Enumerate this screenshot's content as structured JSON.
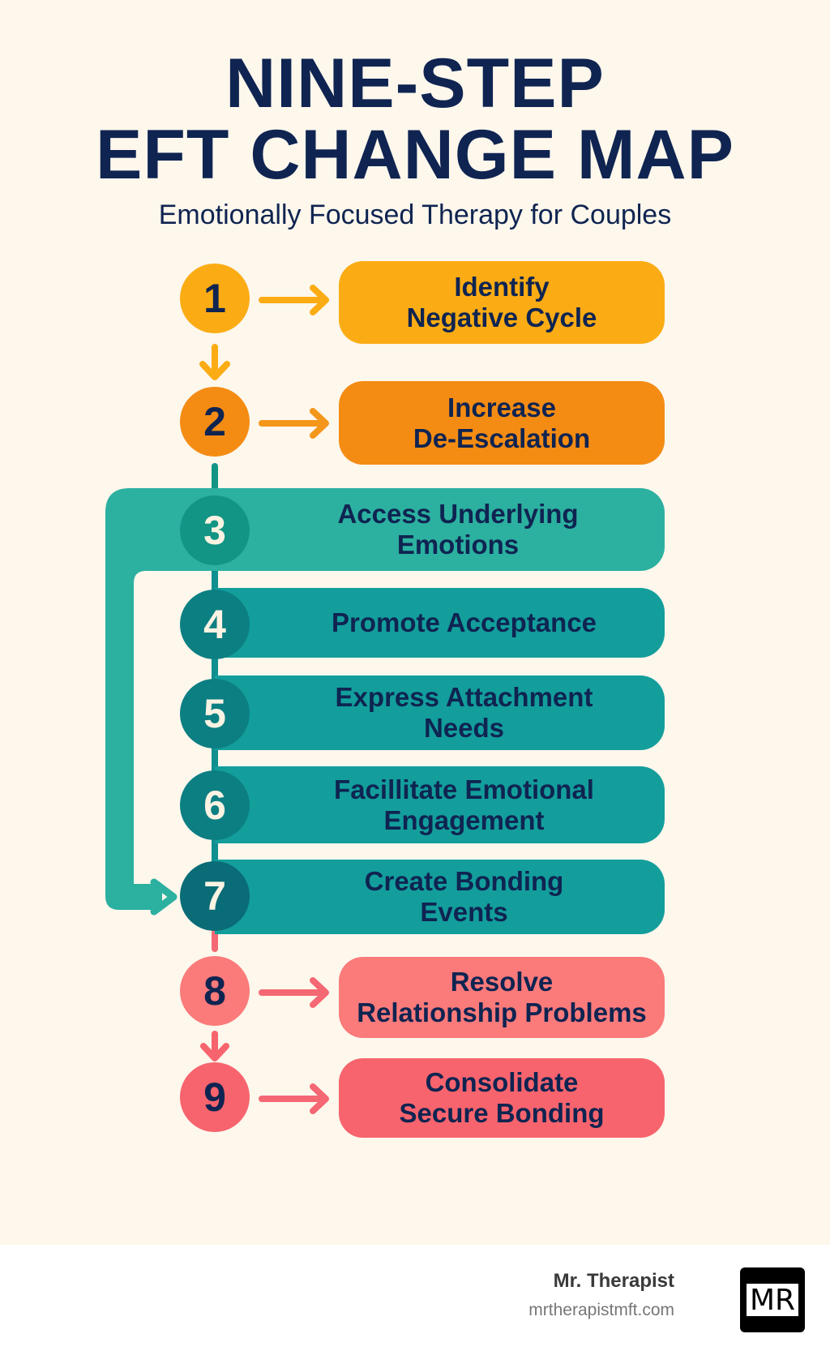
{
  "header": {
    "title_line1": "NINE-STEP",
    "title_line2": "EFT CHANGE MAP",
    "subtitle": "Emotionally Focused Therapy for Couples"
  },
  "steps": [
    {
      "number": "1",
      "label": "Identify\nNegative Cycle",
      "color": "#fbac14",
      "text_color": "#0f2451"
    },
    {
      "number": "2",
      "label": "Increase\nDe-Escalation",
      "color": "#f48c14",
      "text_color": "#0f2451"
    },
    {
      "number": "3",
      "label": "Access Underlying\nEmotions",
      "color": "#2cb0a0",
      "circle_color": "#129585",
      "text_color": "#fdf3e3"
    },
    {
      "number": "4",
      "label": "Promote Acceptance",
      "color": "#139e9c",
      "circle_color": "#0c7f83",
      "text_color": "#fdf3e3"
    },
    {
      "number": "5",
      "label": "Express Attachment\nNeeds",
      "color": "#139e9c",
      "circle_color": "#0c7f83",
      "text_color": "#fdf3e3"
    },
    {
      "number": "6",
      "label": "Facillitate Emotional\nEngagement",
      "color": "#139e9c",
      "circle_color": "#0c7f83",
      "text_color": "#fdf3e3"
    },
    {
      "number": "7",
      "label": "Create Bonding\nEvents",
      "color": "#139e9c",
      "circle_color": "#0a6c76",
      "text_color": "#fdf3e3"
    },
    {
      "number": "8",
      "label": "Resolve\nRelationship Problems",
      "color": "#fb7a7a",
      "text_color": "#0f2451"
    },
    {
      "number": "9",
      "label": "Consolidate\nSecure Bonding",
      "color": "#f7646d",
      "text_color": "#0f2451"
    }
  ],
  "colors": {
    "background": "#fdf7ec",
    "navy": "#0f2451",
    "orange_light": "#fbac14",
    "orange": "#f48c14",
    "teal_light": "#2cb0a0",
    "teal": "#139e9c",
    "teal_dark": "#0c7f83",
    "coral_light": "#fb7a7a",
    "coral": "#f7646d"
  },
  "footer": {
    "brand_name": "Mr. Therapist",
    "brand_url": "mrtherapistmft.com",
    "logo_text": "MR"
  }
}
